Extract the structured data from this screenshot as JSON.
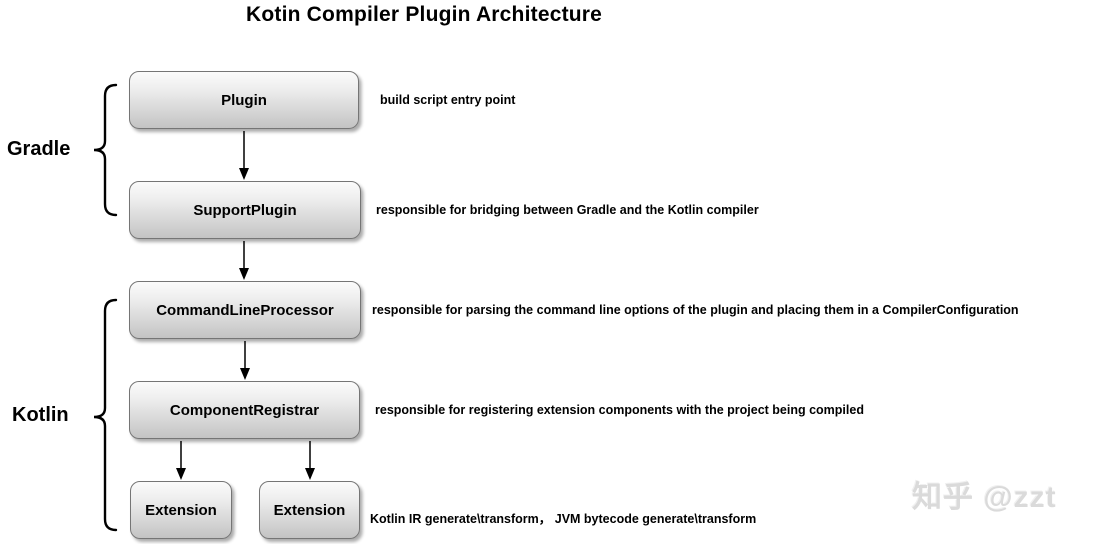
{
  "title": "Kotin Compiler Plugin Architecture",
  "groups": [
    {
      "id": "gradle",
      "label": "Gradle"
    },
    {
      "id": "kotlin",
      "label": "Kotlin"
    }
  ],
  "nodes": [
    {
      "id": "plugin",
      "label": "Plugin",
      "annotation": "build script entry point"
    },
    {
      "id": "support-plugin",
      "label": "SupportPlugin",
      "annotation": "responsible for bridging between Gradle and the Kotlin compiler"
    },
    {
      "id": "command-line-processor",
      "label": "CommandLineProcessor",
      "annotation": "responsible for parsing the command line options of the plugin and placing them in a CompilerConfiguration"
    },
    {
      "id": "component-registrar",
      "label": "ComponentRegistrar",
      "annotation": "responsible for registering extension components with the project being compiled"
    },
    {
      "id": "extension-1",
      "label": "Extension"
    },
    {
      "id": "extension-2",
      "label": "Extension"
    }
  ],
  "extensions_annotation": "Kotlin IR generate\\transform， JVM bytecode generate\\transform",
  "watermark": "知乎 @zzt",
  "colors": {
    "box_gradient_top": "#fbfbfb",
    "box_gradient_bottom": "#c3c3c3",
    "box_border": "#757575",
    "text": "#000000",
    "watermark": "#dadada",
    "background": "#ffffff"
  }
}
